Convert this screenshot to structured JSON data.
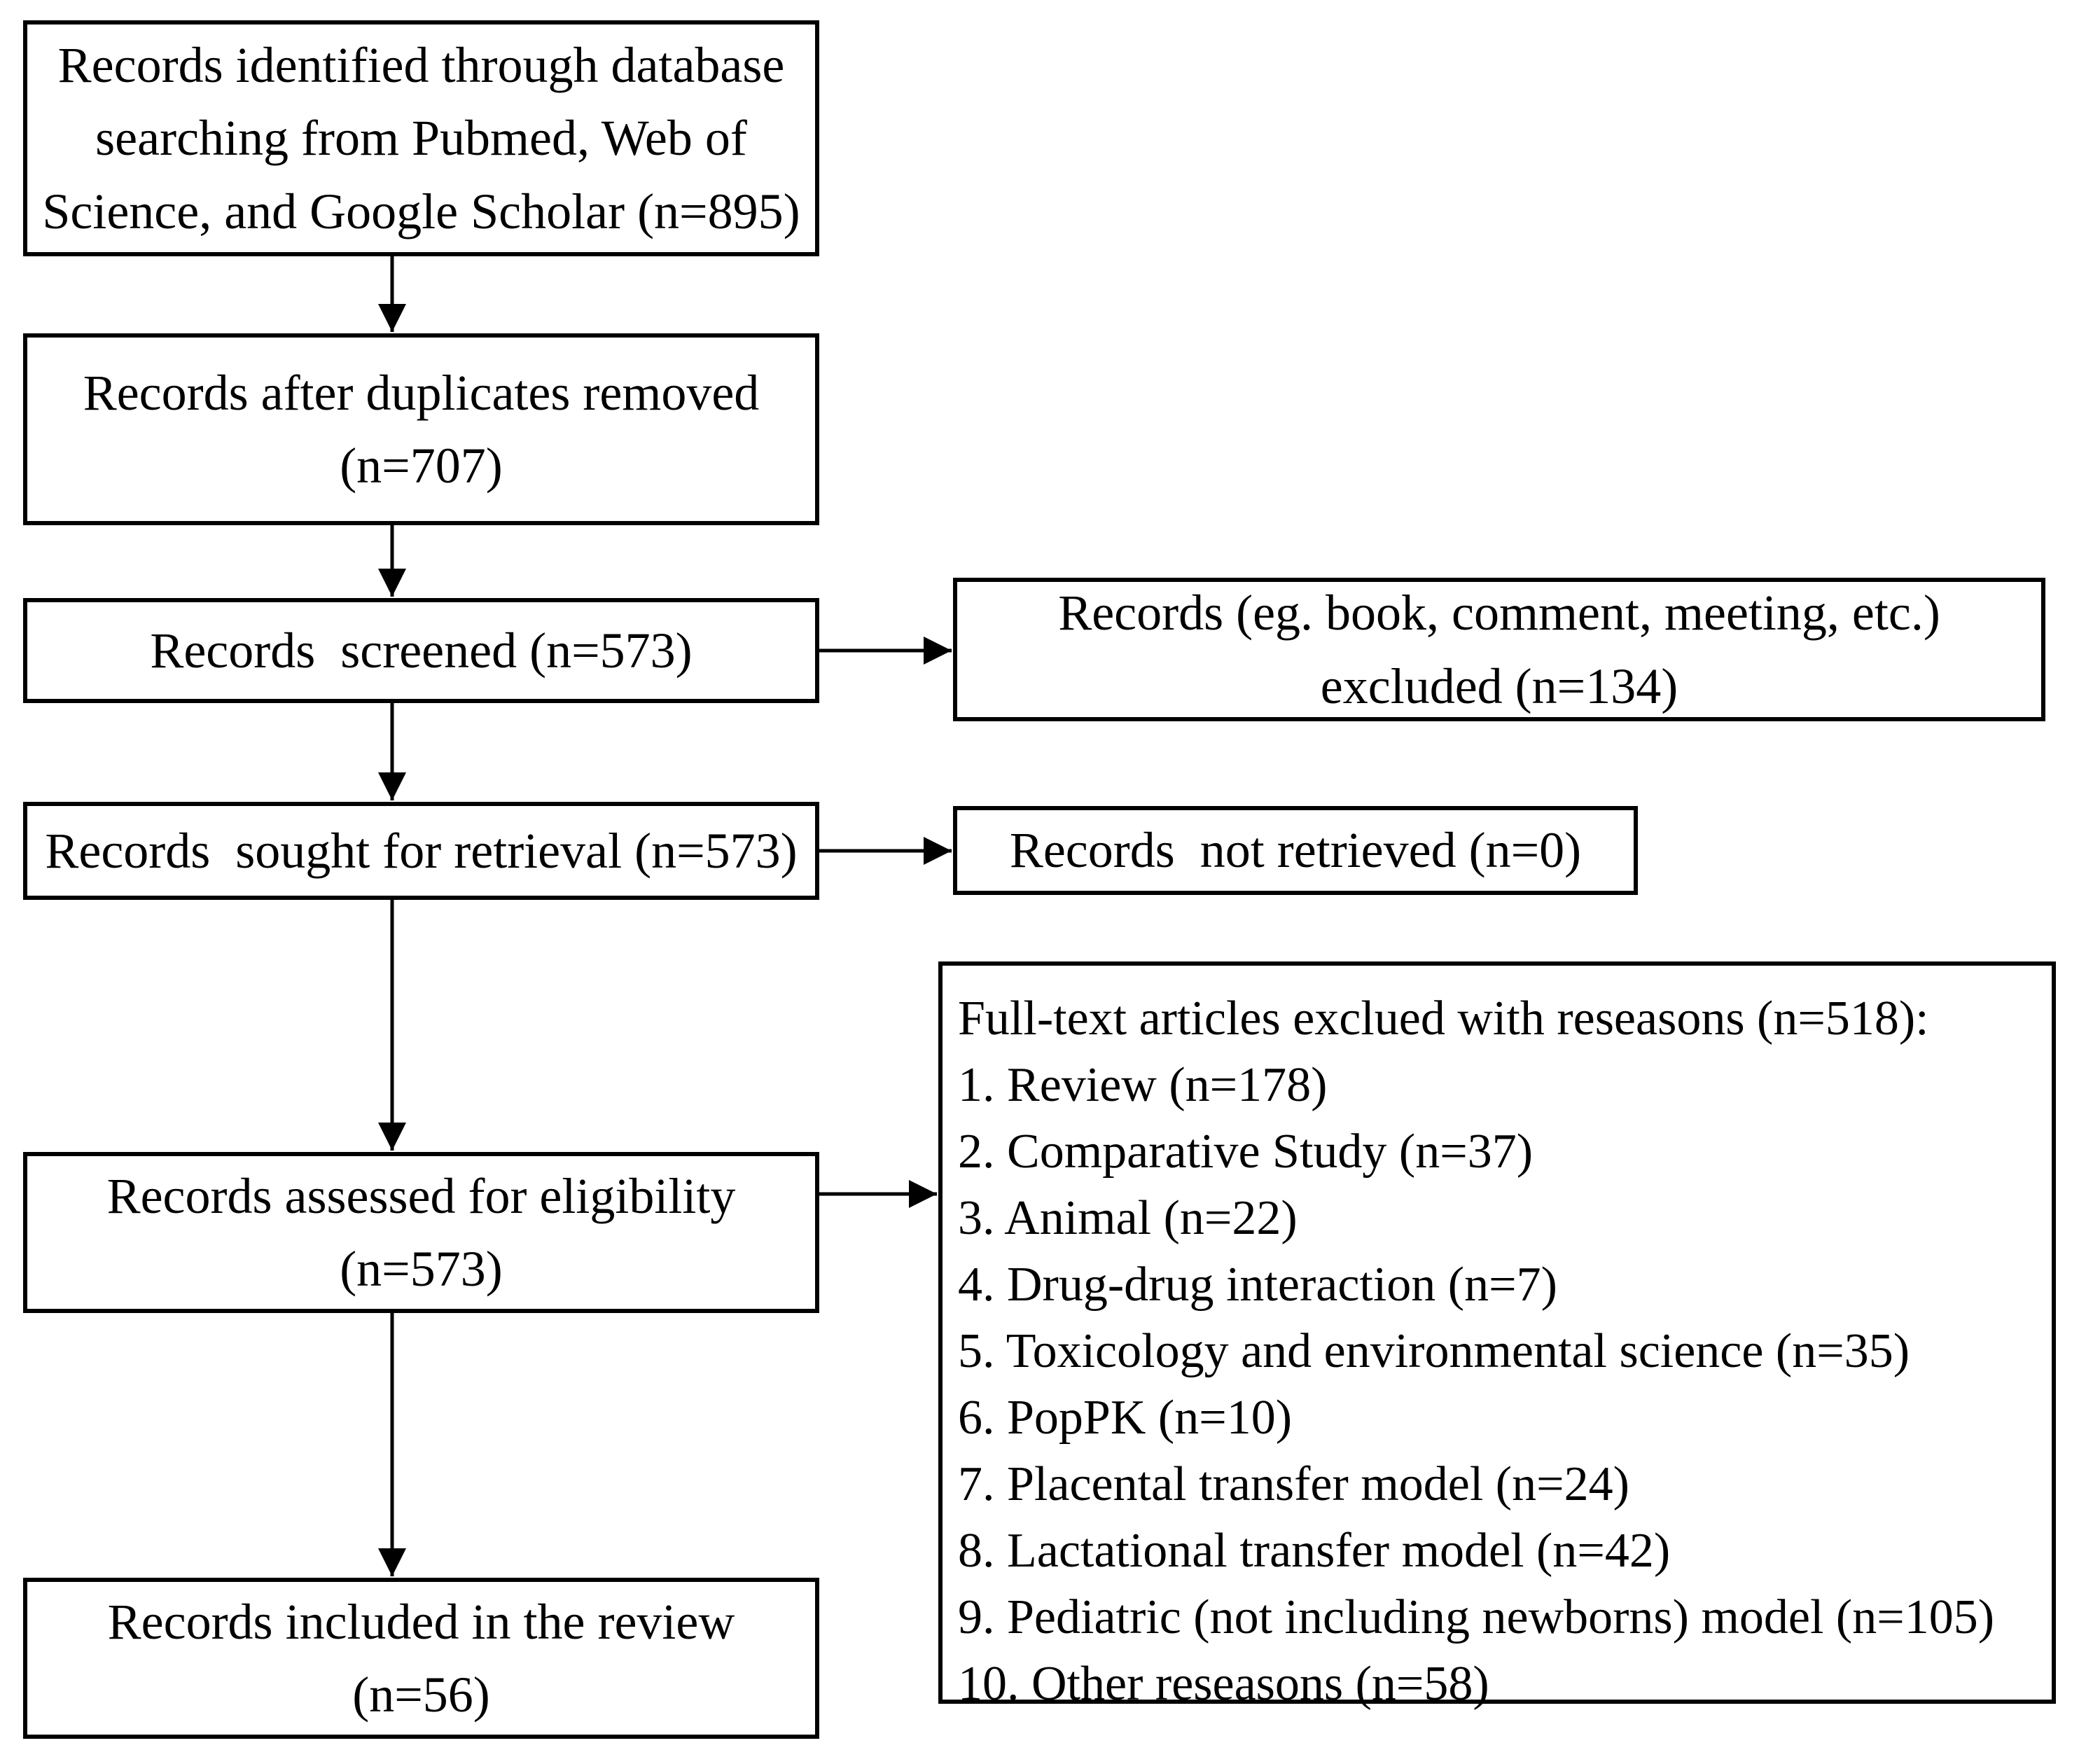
{
  "figure": {
    "background": "#ffffff",
    "line_color": "#000000",
    "boxes": {
      "identified": "Records identified through database\nsearching from Pubmed, Web of\nScience, and Google Scholar (n=895)",
      "duplicates_removed": "Records after duplicates removed\n(n=707)",
      "screened": "Records  screened (n=573)",
      "records_excluded": "Records (eg. book, comment, meeting, etc.)\nexcluded (n=134)",
      "sought": "Records  sought for retrieval (n=573)",
      "not_retrieved": "Records  not retrieved (n=0)",
      "assessed": "Records assessed for eligibility\n(n=573)",
      "included": "Records included in the review\n(n=56)"
    },
    "fulltext_excluded": {
      "title": "Full-text articles exclued with reseasons (n=518):",
      "reasons": [
        "1. Review (n=178)",
        "2. Comparative Study (n=37)",
        "3. Animal (n=22)",
        "4. Drug-drug interaction (n=7)",
        "5. Toxicology and environmental science (n=35)",
        "6. PopPK (n=10)",
        "7. Placental transfer model (n=24)",
        "8. Lactational transfer model (n=42)",
        "9. Pediatric (not including newborns) model (n=105)",
        "10. Other reseasons (n=58)"
      ]
    }
  }
}
